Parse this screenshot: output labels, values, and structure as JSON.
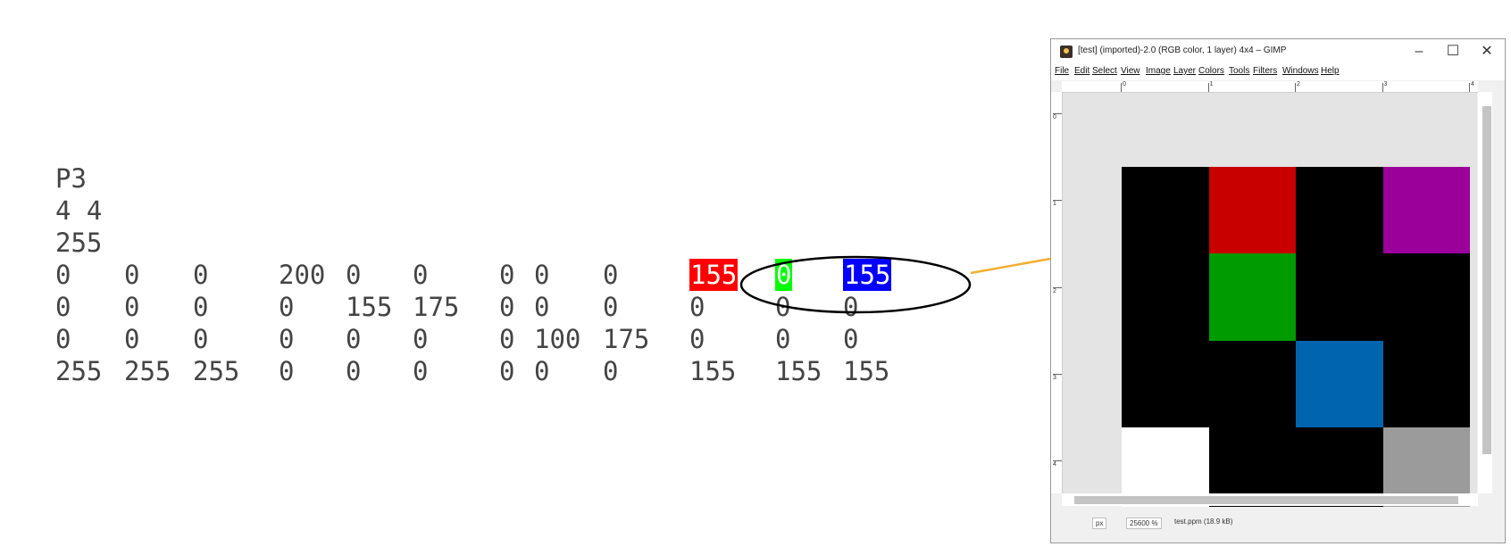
{
  "ppm_text": {
    "header": [
      "P3",
      "4 4",
      "255"
    ],
    "rows": [
      [
        "0",
        "0",
        "0",
        "200",
        "0",
        "0",
        "0",
        "0",
        "0",
        "155",
        "0",
        "155"
      ],
      [
        "0",
        "0",
        "0",
        "0",
        "155",
        "175",
        "0",
        "0",
        "0",
        "0",
        "0",
        "0"
      ],
      [
        "0",
        "0",
        "0",
        "0",
        "0",
        "0",
        "0",
        "100",
        "175",
        "0",
        "0",
        "0"
      ],
      [
        "255",
        "255",
        "255",
        "0",
        "0",
        "0",
        "0",
        "0",
        "0",
        "155",
        "155",
        "155"
      ]
    ],
    "highlight_colors": [
      "#ff0000",
      "#00ff00",
      "#0000ff"
    ]
  },
  "gimp_window": {
    "title": "[test] (imported)-2.0 (RGB color, 1 layer) 4x4 – GIMP",
    "controls": {
      "minimize": "–",
      "maximize": "☐",
      "close": "✕"
    },
    "menu": [
      "File",
      "Edit",
      "Select",
      "View",
      "Image",
      "Layer",
      "Colors",
      "Tools",
      "Filters",
      "Windows",
      "Help"
    ],
    "ruler_top_labels": [
      "0",
      "1",
      "2",
      "3",
      "4"
    ],
    "ruler_left_labels": [
      "0",
      "1",
      "2",
      "3",
      "4"
    ],
    "pixels": [
      [
        "#000000",
        "#c80000",
        "#000000",
        "#9b009b"
      ],
      [
        "#000000",
        "#009b00",
        "#000000",
        "#000000"
      ],
      [
        "#000000",
        "#000000",
        "#0064af",
        "#000000"
      ],
      [
        "#ffffff",
        "#000000",
        "#000000",
        "#9b9b9b"
      ]
    ],
    "status": {
      "unit": "px",
      "zoom": "25600 %",
      "file": "test.ppm (18.9 kB)"
    }
  },
  "annotation": {
    "arrow_color": "#f0b030",
    "ellipse_color": "#000000"
  }
}
